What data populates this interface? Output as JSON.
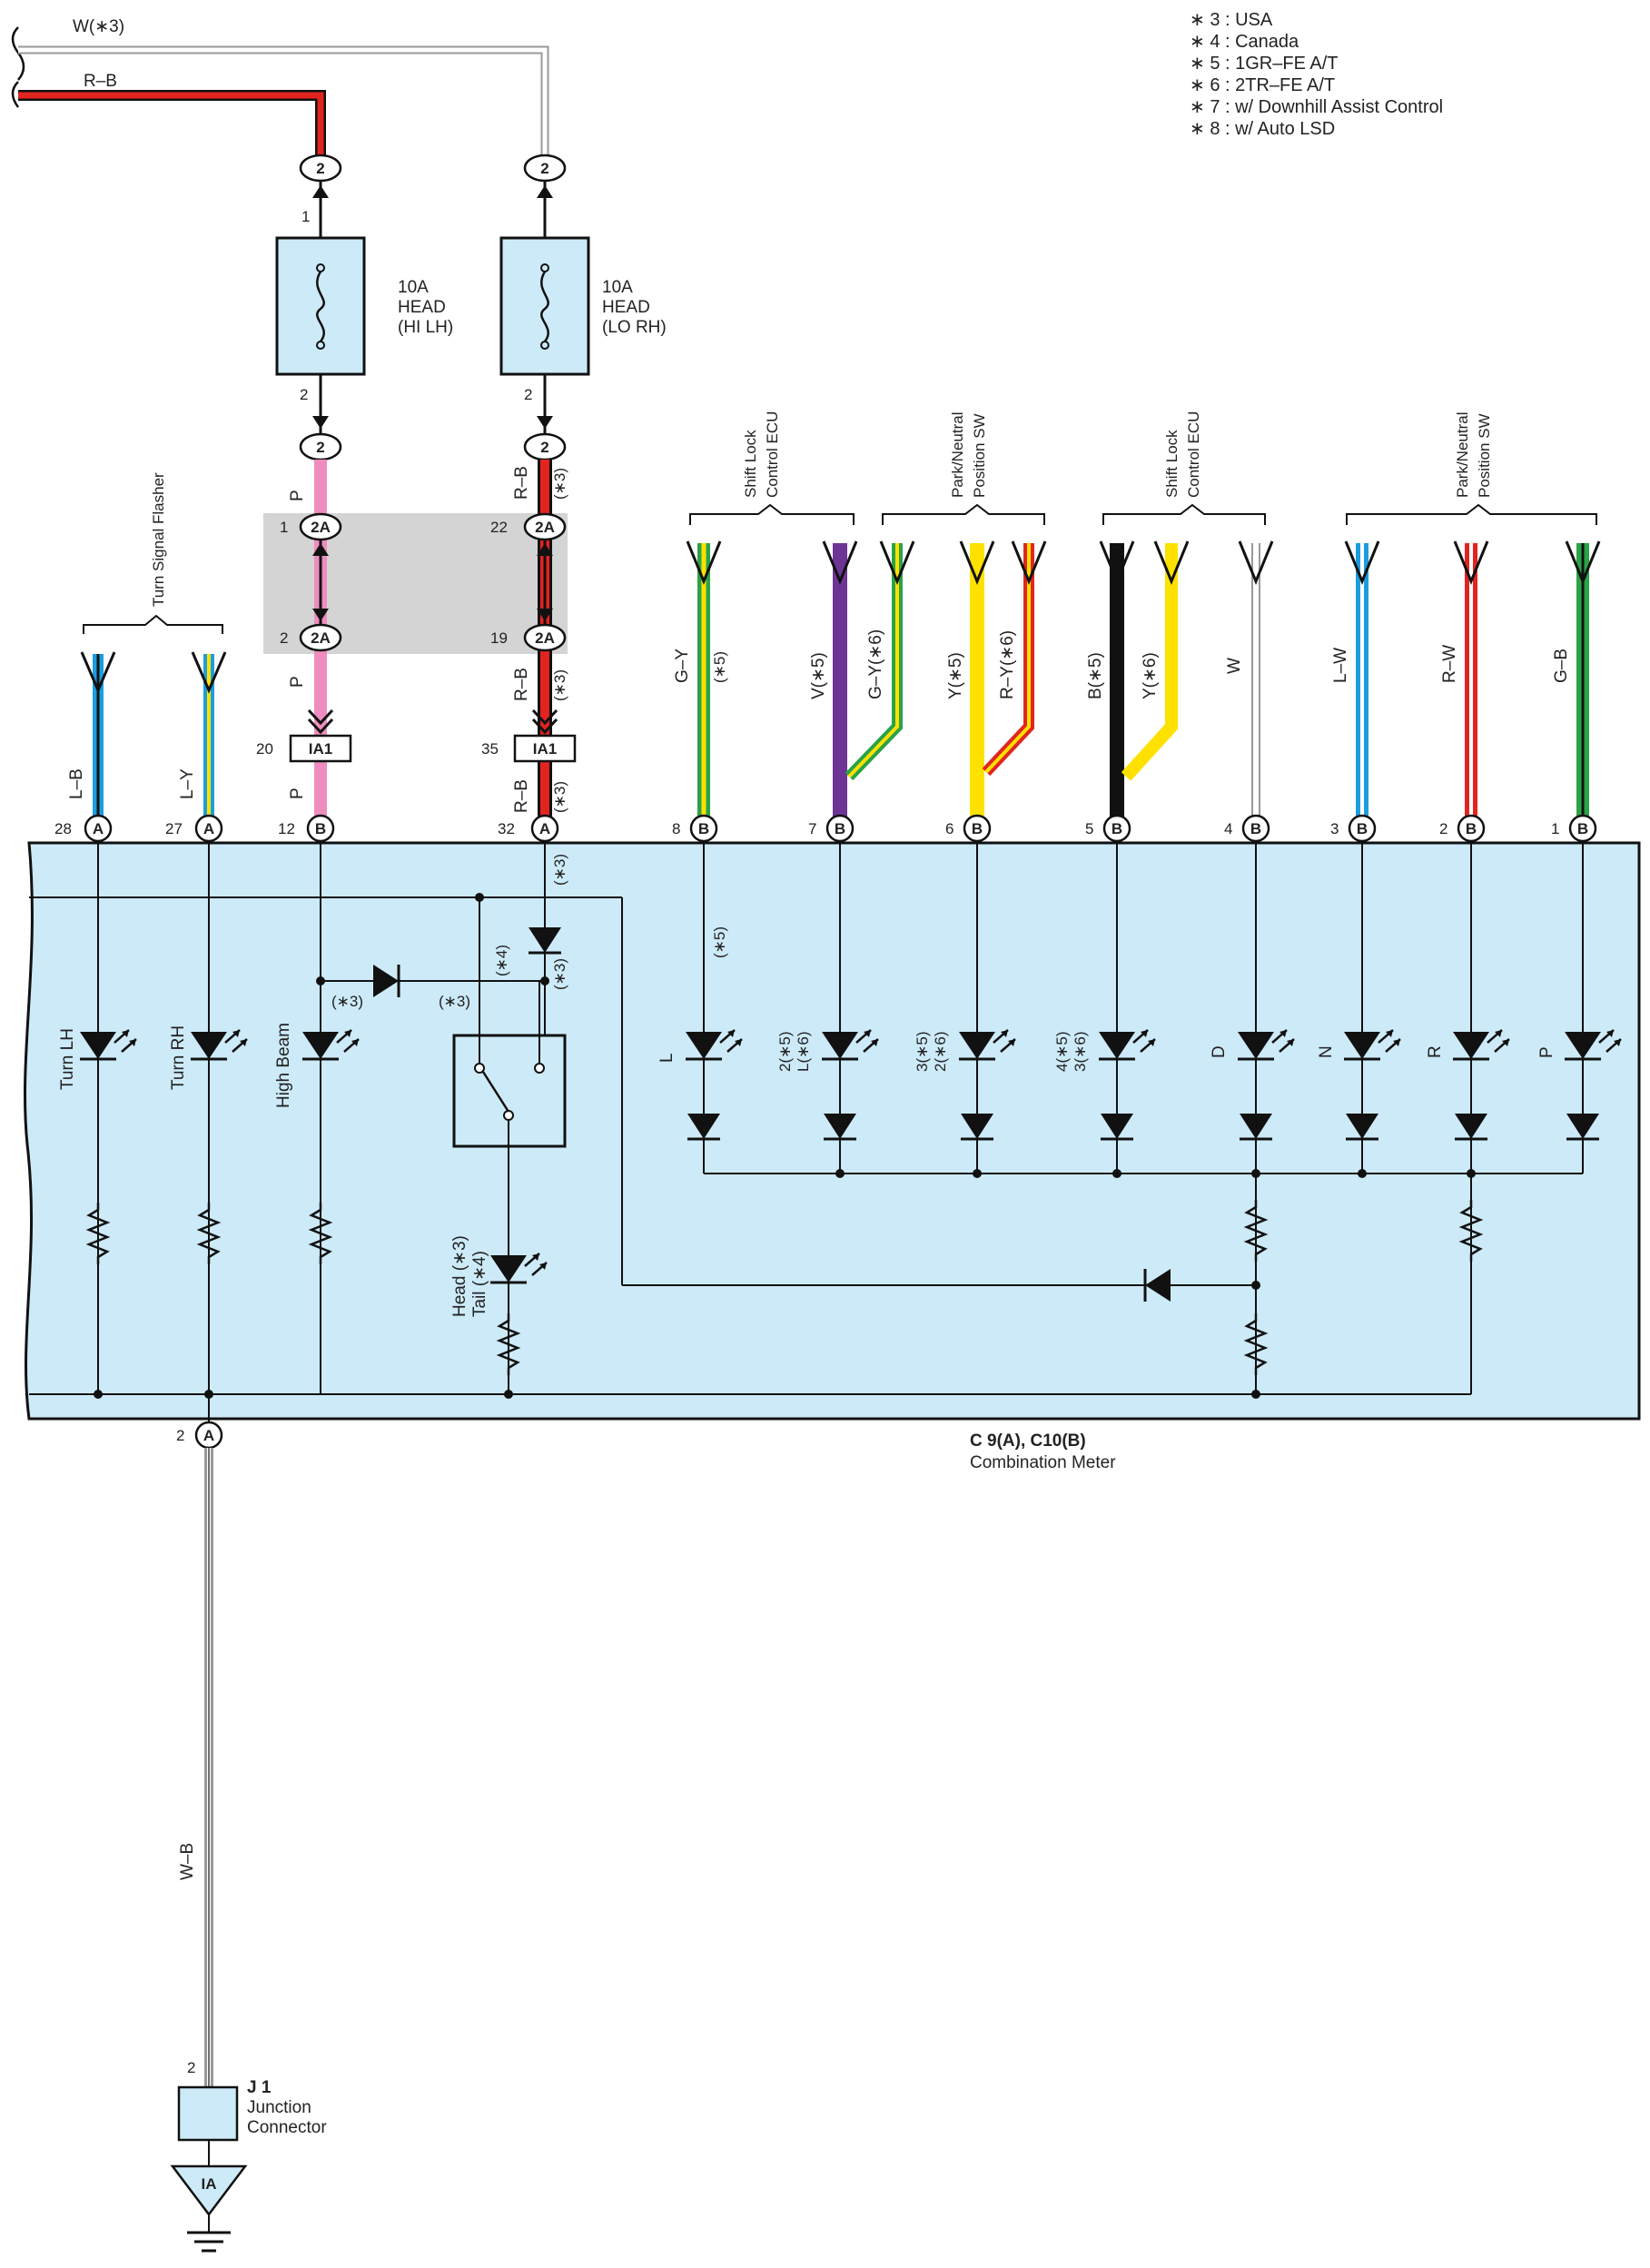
{
  "legend": [
    "∗ 3 : USA",
    "∗ 4 : Canada",
    "∗ 5 : 1GR–FE A/T",
    "∗ 6 : 2TR–FE A/T",
    "∗ 7 : w/ Downhill Assist Control",
    "∗ 8 : w/ Auto LSD"
  ],
  "colors": {
    "meter_fill": "#cdeaf8",
    "connector_fill": "#cdeaf8",
    "shade": "#d4d4d4",
    "red": "#e2241f",
    "pink": "#ef8cbf",
    "green": "#2aa348",
    "yellow": "#ffe100",
    "violet": "#6d3495",
    "blue": "#1a9ee0",
    "white": "#ffffff",
    "black": "#111111"
  },
  "top_wires": {
    "w_label": "W(∗3)",
    "rb_label": "R–B"
  },
  "fuses": [
    {
      "name": "10A",
      "line2": "HEAD",
      "line3": "(HI LH)",
      "pin_top": "1",
      "pin_bottom": "2",
      "conn_top": "2",
      "conn_bottom": "2"
    },
    {
      "name": "10A",
      "line2": "HEAD",
      "line3": "(LO RH)",
      "conn_top": "2",
      "conn_bottom": "2",
      "pin_bottom": "2"
    }
  ],
  "junction_block": {
    "left": {
      "pin_a": "1",
      "conn_a": "2A",
      "pin_b": "2",
      "conn_b": "2A",
      "wire_top": "P",
      "wire_mid": "P",
      "wire_bot": "P"
    },
    "right": {
      "pin_a": "22",
      "conn_a": "2A",
      "pin_b": "19",
      "conn_b": "2A",
      "wire_top": "R–B",
      "wire_top_note": "(∗3)",
      "wire_mid": "R–B",
      "wire_mid_note": "(∗3)",
      "wire_bot": "R–B",
      "wire_bot_note": "(∗3)"
    }
  },
  "ia1": [
    {
      "pin": "20",
      "label": "IA1"
    },
    {
      "pin": "35",
      "label": "IA1"
    }
  ],
  "turn_signal": {
    "header": "Turn Signal Flasher",
    "wires": [
      {
        "label": "L–B",
        "pin": "28",
        "conn": "A"
      },
      {
        "label": "L–Y",
        "pin": "27",
        "conn": "A"
      }
    ]
  },
  "upper_pins": {
    "high_beam": {
      "pin": "12",
      "conn": "B"
    },
    "lo": {
      "pin": "32",
      "conn": "A"
    }
  },
  "groups": [
    {
      "header1": "Shift Lock",
      "header2": "Control ECU"
    },
    {
      "header1": "Park/Neutral",
      "header2": "Position SW"
    },
    {
      "header1": "Shift Lock",
      "header2": "Control ECU"
    },
    {
      "header1": "Park/Neutral",
      "header2": "Position SW"
    }
  ],
  "b_pins": [
    {
      "pin": "8",
      "conn": "B",
      "wire": "G–Y",
      "note": "(∗5)"
    },
    {
      "pin": "7",
      "conn": "B",
      "wire": "V(∗5)",
      "wire2": "G–Y(∗6)"
    },
    {
      "pin": "6",
      "conn": "B",
      "wire": "Y(∗5)",
      "wire2": "R–Y(∗6)"
    },
    {
      "pin": "5",
      "conn": "B",
      "wire": "B(∗5)",
      "wire2": "Y(∗6)"
    },
    {
      "pin": "4",
      "conn": "B",
      "wire": "W"
    },
    {
      "pin": "3",
      "conn": "B",
      "wire": "L–W"
    },
    {
      "pin": "2",
      "conn": "B",
      "wire": "R–W"
    },
    {
      "pin": "1",
      "conn": "B",
      "wire": "G–B"
    }
  ],
  "meter": {
    "name": "C 9(A), C10(B)",
    "sub": "Combination Meter",
    "lamps": {
      "turn_lh": "Turn LH",
      "turn_rh": "Turn RH",
      "high_beam": "High Beam",
      "head_tail_1": "Head (∗3)",
      "head_tail_2": "Tail (∗4)",
      "note3a": "(∗3)",
      "note3b": "(∗3)",
      "note3c": "(∗3)",
      "note3d": "(∗3)",
      "note4": "(∗4)",
      "note5": "(∗5)",
      "L": "L",
      "two_a": "2(∗5)",
      "two_b": "L(∗6)",
      "three_a": "3(∗5)",
      "three_b": "2(∗6)",
      "four_a": "4(∗5)",
      "four_b": "3(∗6)",
      "D": "D",
      "N": "N",
      "R": "R",
      "P": "P"
    }
  },
  "ground_pin": {
    "pin": "2",
    "conn": "A",
    "wire": "W–B"
  },
  "junction_connector": {
    "pin": "2",
    "name": "J 1",
    "line2": "Junction",
    "line3": "Connector",
    "ground": "IA"
  }
}
